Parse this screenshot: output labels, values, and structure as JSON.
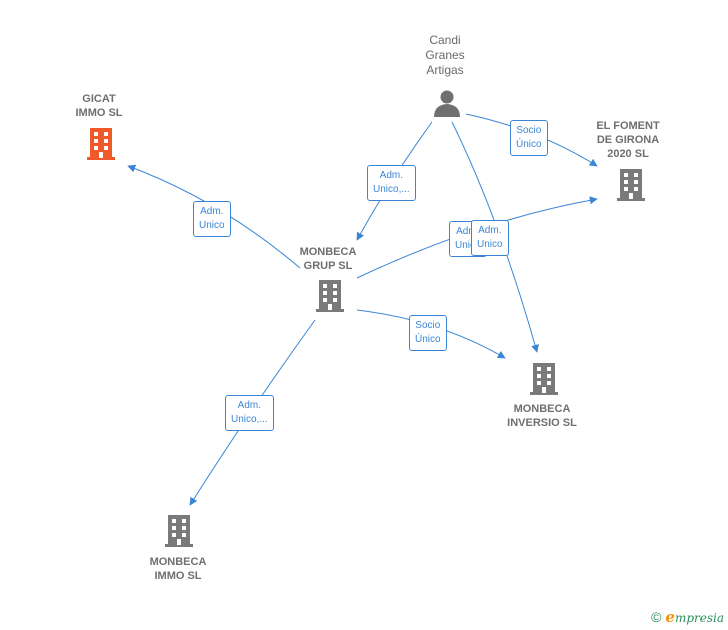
{
  "nodes": {
    "candi": {
      "label_lines": [
        "Candi",
        "Granes",
        "Artigas"
      ],
      "icon": "person-icon"
    },
    "gicat": {
      "label_lines": [
        "GICAT",
        "IMMO  SL"
      ],
      "icon": "building-icon"
    },
    "foment": {
      "label_lines": [
        "EL FOMENT",
        "DE GIRONA",
        "2020  SL"
      ],
      "icon": "building-icon"
    },
    "grup": {
      "label_lines": [
        "MONBECA",
        "GRUP  SL"
      ],
      "icon": "building-icon"
    },
    "inversio": {
      "label_lines": [
        "MONBECA",
        "INVERSIO  SL"
      ],
      "icon": "building-icon"
    },
    "immo": {
      "label_lines": [
        "MONBECA",
        "IMMO  SL"
      ],
      "icon": "building-icon"
    }
  },
  "edges": {
    "candi_foment": [
      "Socio",
      "Único"
    ],
    "candi_grup": [
      "Adm.",
      "Unico,..."
    ],
    "grup_gicat": [
      "Adm.",
      "Unico"
    ],
    "grup_foment": [
      "Adm.",
      "Unico"
    ],
    "candi_inversio": [
      "Adm.",
      "Unico"
    ],
    "grup_inversio": [
      "Socio",
      "Único"
    ],
    "grup_immo": [
      "Adm.",
      "Unico,..."
    ]
  },
  "colors": {
    "edge": "#3b86d4",
    "building": "#7a7a7a",
    "building_highlight": "#f05a28",
    "person": "#6f6f6f"
  },
  "footer": {
    "copyright": "©",
    "brand_first": "e",
    "brand_rest": "mpresia"
  }
}
